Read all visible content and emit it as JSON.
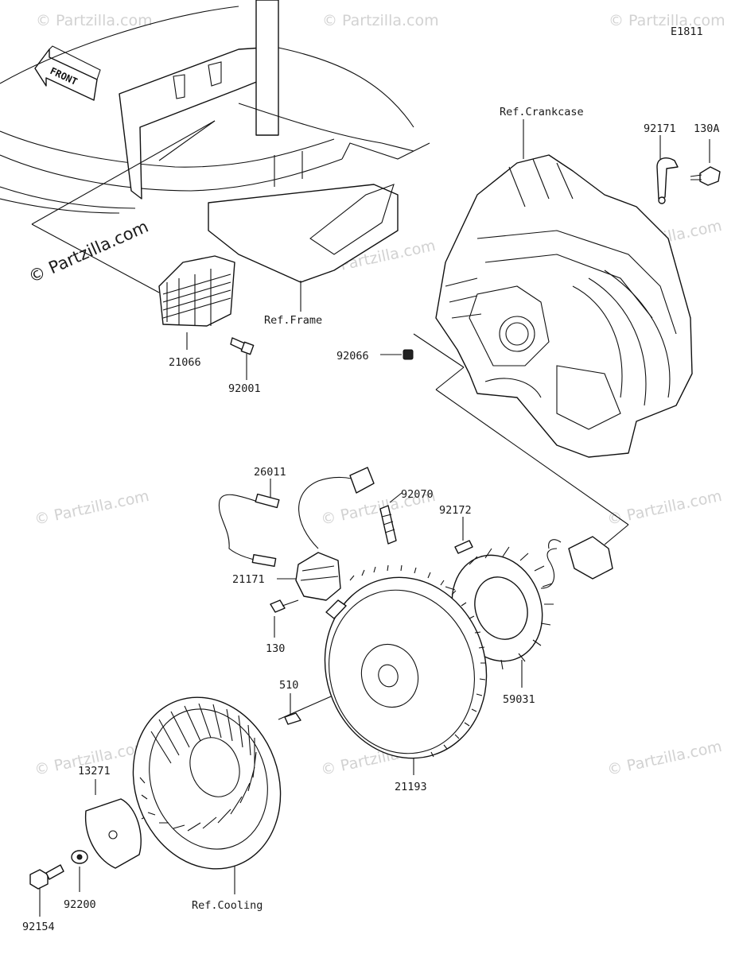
{
  "diagram_code": "E1811",
  "front_label": "FRONT",
  "watermark_text": "© Partzilla.com",
  "copyright_text": "© Partzilla.com",
  "labels": {
    "ref_crankcase": "Ref.Crankcase",
    "ref_frame": "Ref.Frame",
    "ref_cooling": "Ref.Cooling",
    "p92171": "92171",
    "p130A": "130A",
    "p21066": "21066",
    "p92001": "92001",
    "p92066": "92066",
    "p26011": "26011",
    "p92070": "92070",
    "p92172": "92172",
    "p21171": "21171",
    "p130": "130",
    "p510": "510",
    "p59031": "59031",
    "p13271": "13271",
    "p21193": "21193",
    "p92200": "92200",
    "p92154": "92154"
  }
}
